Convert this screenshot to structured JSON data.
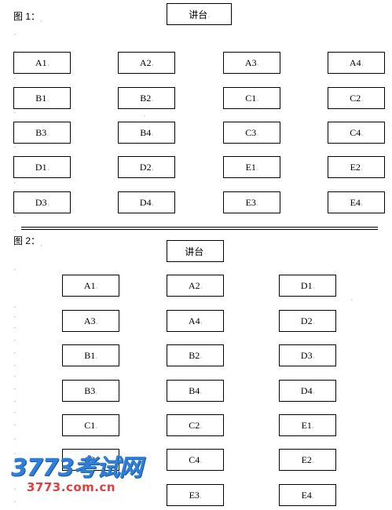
{
  "fig1": {
    "label": "图 1：",
    "podium": "讲台",
    "seats": [
      "A1",
      "A2",
      "A3",
      "A4",
      "B1",
      "B2",
      "C1",
      "C2",
      "B3",
      "B4",
      "C3",
      "C4",
      "D1",
      "D2",
      "E1",
      "E2",
      "D3",
      "D4",
      "E3",
      "E4"
    ]
  },
  "fig2": {
    "label": "图 2：",
    "podium": "讲台",
    "seats": [
      "A1",
      "A2",
      "D1",
      "A3",
      "A4",
      "D2",
      "B1",
      "B2",
      "D3",
      "B3",
      "B4",
      "D4",
      "C1",
      "C2",
      "E1",
      "C3",
      "C4",
      "E2",
      "E3",
      "E4"
    ]
  },
  "watermark": {
    "logo": "3773考试网",
    "url": "3773.com.cn"
  }
}
